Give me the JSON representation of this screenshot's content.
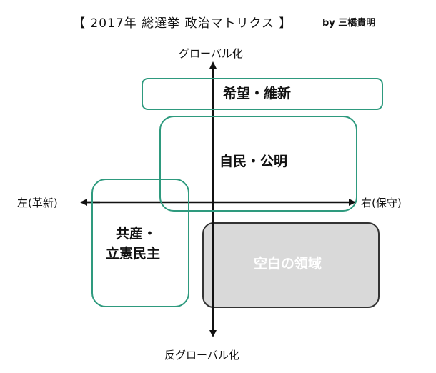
{
  "title": {
    "main": "【 2017年 総選挙 政治マトリクス 】",
    "by": "by 三橋貴明"
  },
  "axes": {
    "top": "グローバル化",
    "bottom": "反グローバル化",
    "left": "左(革新)",
    "right": "右(保守)"
  },
  "boxes": {
    "kibo_ishin": "希望・維新",
    "jimin_komei": "自民・公明",
    "kyosan_rikken_line1": "共産・",
    "kyosan_rikken_line2": "立憲民主",
    "empty_area": "空白の領域"
  },
  "colors": {
    "box_border": "#2e9a7e",
    "axis": "#111111",
    "empty_fill": "#d9d9d9",
    "empty_border": "#333333",
    "empty_text": "#ffffff"
  }
}
